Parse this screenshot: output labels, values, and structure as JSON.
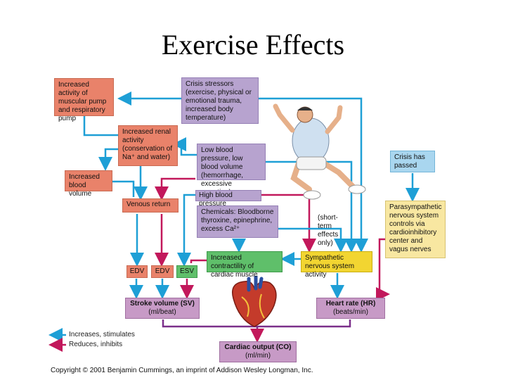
{
  "title": "Exercise Effects",
  "boxes": {
    "muscular_pump": "Increased activity of muscular pump and respiratory pump",
    "crisis_stressors": "Crisis stressors (exercise, physical or emotional trauma, increased body temperature)",
    "renal_activity": "Increased renal activity (conservation of Na⁺ and water)",
    "low_bp": "Low blood pressure, low blood volume (hemorrhage, excessive sweating)",
    "blood_volume": "Increased blood volume",
    "high_bp": "High blood pressure",
    "venous_return": "Venous return",
    "chemicals": "Chemicals: Bloodborne thyroxine, epinephrine, excess Ca²⁺",
    "short_term": "(short-term effects only)",
    "crisis_passed": "Crisis has passed",
    "parasympathetic": "Parasympathetic nervous system controls via cardioinhibitory center and vagus nerves",
    "contractility": "Increased contractility of cardiac muscle",
    "sympathetic": "Sympathetic nervous system activity",
    "edv1": "EDV",
    "edv2": "EDV",
    "esv": "ESV",
    "stroke_volume_title": "Stroke volume (SV)",
    "stroke_volume_unit": "(ml/beat)",
    "heart_rate_title": "Heart rate (HR)",
    "heart_rate_unit": "(beats/min)",
    "cardiac_output_title": "Cardiac output (CO)",
    "cardiac_output_unit": "(ml/min)"
  },
  "legend": {
    "increases": "Increases, stimulates",
    "reduces": "Reduces, inhibits"
  },
  "colors": {
    "increase_arrow": "#1e9fd6",
    "reduce_arrow": "#c2185b"
  },
  "copyright": "Copyright © 2001 Benjamin Cummings, an imprint of Addison Wesley Longman, Inc."
}
